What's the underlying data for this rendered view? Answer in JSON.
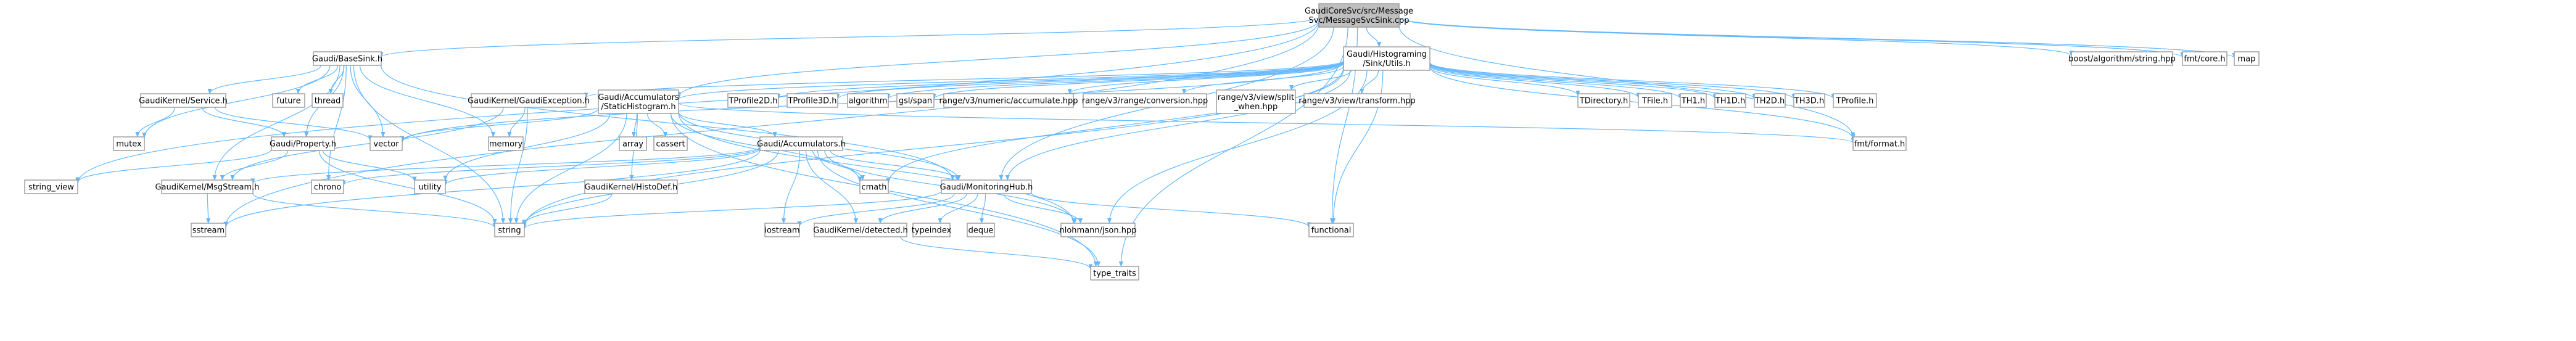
{
  "colors": {
    "background": "#ffffff",
    "node_fill": "#ffffff",
    "root_fill": "#bfbfbf",
    "node_border": "#999999",
    "red_border": "#ff0000",
    "edge": "#63b8ff",
    "text": "#000000"
  },
  "nodes": [
    {
      "id": "root",
      "lines": [
        "GaudiCoreSvc/src/Message",
        "Svc/MessageSvcSink.cpp"
      ],
      "root": true
    },
    {
      "id": "basesink",
      "lines": [
        "Gaudi/BaseSink.h"
      ]
    },
    {
      "id": "histutils",
      "lines": [
        "Gaudi/Histograming",
        "/Sink/Utils.h"
      ]
    },
    {
      "id": "boostalgo",
      "lines": [
        "boost/algorithm/string.hpp"
      ]
    },
    {
      "id": "fmtcore",
      "lines": [
        "fmt/core.h"
      ]
    },
    {
      "id": "map",
      "lines": [
        "map"
      ]
    },
    {
      "id": "service",
      "lines": [
        "GaudiKernel/Service.h"
      ],
      "red": true
    },
    {
      "id": "future",
      "lines": [
        "future"
      ]
    },
    {
      "id": "thread",
      "lines": [
        "thread"
      ]
    },
    {
      "id": "property",
      "lines": [
        "Gaudi/Property.h"
      ],
      "red": true
    },
    {
      "id": "gaudiexc",
      "lines": [
        "GaudiKernel/GaudiException.h"
      ],
      "red": true
    },
    {
      "id": "statichist",
      "lines": [
        "Gaudi/Accumulators",
        "/StaticHistogram.h"
      ]
    },
    {
      "id": "tprofile2d",
      "lines": [
        "TProfile2D.h"
      ]
    },
    {
      "id": "tprofile3d",
      "lines": [
        "TProfile3D.h"
      ]
    },
    {
      "id": "algorithm",
      "lines": [
        "algorithm"
      ]
    },
    {
      "id": "gslspan",
      "lines": [
        "gsl/span"
      ]
    },
    {
      "id": "rv3accum",
      "lines": [
        "range/v3/numeric/accumulate.hpp"
      ]
    },
    {
      "id": "rv3conv",
      "lines": [
        "range/v3/range/conversion.hpp"
      ]
    },
    {
      "id": "rv3split",
      "lines": [
        "range/v3/view/split",
        "_when.hpp"
      ]
    },
    {
      "id": "rv3transform",
      "lines": [
        "range/v3/view/transform.hpp"
      ]
    },
    {
      "id": "tdirectory",
      "lines": [
        "TDirectory.h"
      ]
    },
    {
      "id": "tfile",
      "lines": [
        "TFile.h"
      ]
    },
    {
      "id": "th1",
      "lines": [
        "TH1.h"
      ]
    },
    {
      "id": "th1d",
      "lines": [
        "TH1D.h"
      ]
    },
    {
      "id": "th2d",
      "lines": [
        "TH2D.h"
      ]
    },
    {
      "id": "th3d",
      "lines": [
        "TH3D.h"
      ]
    },
    {
      "id": "tprofile",
      "lines": [
        "TProfile.h"
      ]
    },
    {
      "id": "mutex",
      "lines": [
        "mutex"
      ]
    },
    {
      "id": "vector",
      "lines": [
        "vector"
      ]
    },
    {
      "id": "memory",
      "lines": [
        "memory"
      ]
    },
    {
      "id": "array",
      "lines": [
        "array"
      ]
    },
    {
      "id": "cassert",
      "lines": [
        "cassert"
      ]
    },
    {
      "id": "fmtformat",
      "lines": [
        "fmt/format.h"
      ]
    },
    {
      "id": "accumulators",
      "lines": [
        "Gaudi/Accumulators.h"
      ],
      "red": true
    },
    {
      "id": "string_view",
      "lines": [
        "string_view"
      ]
    },
    {
      "id": "msgstream",
      "lines": [
        "GaudiKernel/MsgStream.h"
      ],
      "red": true
    },
    {
      "id": "chrono",
      "lines": [
        "chrono"
      ]
    },
    {
      "id": "utility",
      "lines": [
        "utility"
      ]
    },
    {
      "id": "histodef",
      "lines": [
        "GaudiKernel/HistoDef.h"
      ],
      "red": true
    },
    {
      "id": "cmath",
      "lines": [
        "cmath"
      ]
    },
    {
      "id": "monhub",
      "lines": [
        "Gaudi/MonitoringHub.h"
      ],
      "red": true
    },
    {
      "id": "sstream",
      "lines": [
        "sstream"
      ]
    },
    {
      "id": "string",
      "lines": [
        "string"
      ]
    },
    {
      "id": "iostream",
      "lines": [
        "iostream"
      ]
    },
    {
      "id": "detected",
      "lines": [
        "GaudiKernel/detected.h"
      ]
    },
    {
      "id": "typeindex",
      "lines": [
        "typeindex"
      ]
    },
    {
      "id": "deque",
      "lines": [
        "deque"
      ]
    },
    {
      "id": "json",
      "lines": [
        "nlohmann/json.hpp"
      ]
    },
    {
      "id": "functional",
      "lines": [
        "functional"
      ]
    },
    {
      "id": "type_traits",
      "lines": [
        "type_traits"
      ]
    }
  ],
  "edges": [
    [
      "root",
      "basesink"
    ],
    [
      "root",
      "histutils"
    ],
    [
      "root",
      "boostalgo"
    ],
    [
      "root",
      "fmtcore"
    ],
    [
      "root",
      "map"
    ],
    [
      "root",
      "statichist"
    ],
    [
      "root",
      "fmtformat"
    ],
    [
      "root",
      "string_view"
    ],
    [
      "root",
      "sstream"
    ],
    [
      "root",
      "monhub"
    ],
    [
      "root",
      "functional"
    ],
    [
      "root",
      "type_traits"
    ],
    [
      "basesink",
      "service"
    ],
    [
      "basesink",
      "future"
    ],
    [
      "basesink",
      "thread"
    ],
    [
      "basesink",
      "property"
    ],
    [
      "basesink",
      "mutex"
    ],
    [
      "basesink",
      "vector"
    ],
    [
      "basesink",
      "memory"
    ],
    [
      "basesink",
      "msgstream"
    ],
    [
      "basesink",
      "chrono"
    ],
    [
      "basesink",
      "string"
    ],
    [
      "basesink",
      "monhub"
    ],
    [
      "histutils",
      "gaudiexc"
    ],
    [
      "histutils",
      "statichist"
    ],
    [
      "histutils",
      "tprofile2d"
    ],
    [
      "histutils",
      "tprofile3d"
    ],
    [
      "histutils",
      "algorithm"
    ],
    [
      "histutils",
      "gslspan"
    ],
    [
      "histutils",
      "rv3accum"
    ],
    [
      "histutils",
      "rv3conv"
    ],
    [
      "histutils",
      "rv3split"
    ],
    [
      "histutils",
      "rv3transform"
    ],
    [
      "histutils",
      "tdirectory"
    ],
    [
      "histutils",
      "tfile"
    ],
    [
      "histutils",
      "th1"
    ],
    [
      "histutils",
      "th1d"
    ],
    [
      "histutils",
      "th2d"
    ],
    [
      "histutils",
      "th3d"
    ],
    [
      "histutils",
      "tprofile"
    ],
    [
      "histutils",
      "vector"
    ],
    [
      "histutils",
      "fmtformat"
    ],
    [
      "histutils",
      "string"
    ],
    [
      "histutils",
      "json"
    ],
    [
      "histutils",
      "functional"
    ],
    [
      "histutils",
      "monhub"
    ],
    [
      "histutils",
      "cmath"
    ],
    [
      "service",
      "property"
    ],
    [
      "service",
      "mutex"
    ],
    [
      "service",
      "vector"
    ],
    [
      "property",
      "string_view"
    ],
    [
      "property",
      "msgstream"
    ],
    [
      "property",
      "utility"
    ],
    [
      "property",
      "string"
    ],
    [
      "gaudiexc",
      "msgstream"
    ],
    [
      "gaudiexc",
      "string"
    ],
    [
      "gaudiexc",
      "memory"
    ],
    [
      "statichist",
      "vector"
    ],
    [
      "statichist",
      "array"
    ],
    [
      "statichist",
      "cassert"
    ],
    [
      "statichist",
      "fmtformat"
    ],
    [
      "statichist",
      "accumulators"
    ],
    [
      "statichist",
      "histodef"
    ],
    [
      "statichist",
      "utility"
    ],
    [
      "statichist",
      "cmath"
    ],
    [
      "statichist",
      "monhub"
    ],
    [
      "statichist",
      "string"
    ],
    [
      "statichist",
      "json"
    ],
    [
      "statichist",
      "type_traits"
    ],
    [
      "accumulators",
      "chrono"
    ],
    [
      "accumulators",
      "utility"
    ],
    [
      "accumulators",
      "cmath"
    ],
    [
      "accumulators",
      "monhub"
    ],
    [
      "accumulators",
      "msgstream"
    ],
    [
      "accumulators",
      "string"
    ],
    [
      "accumulators",
      "iostream"
    ],
    [
      "accumulators",
      "detected"
    ],
    [
      "accumulators",
      "json"
    ],
    [
      "accumulators",
      "type_traits"
    ],
    [
      "accumulators",
      "sstream"
    ],
    [
      "msgstream",
      "string"
    ],
    [
      "msgstream",
      "sstream"
    ],
    [
      "histodef",
      "string"
    ],
    [
      "monhub",
      "string"
    ],
    [
      "monhub",
      "iostream"
    ],
    [
      "monhub",
      "detected"
    ],
    [
      "monhub",
      "typeindex"
    ],
    [
      "monhub",
      "deque"
    ],
    [
      "monhub",
      "json"
    ],
    [
      "monhub",
      "functional"
    ],
    [
      "detected",
      "type_traits"
    ]
  ]
}
